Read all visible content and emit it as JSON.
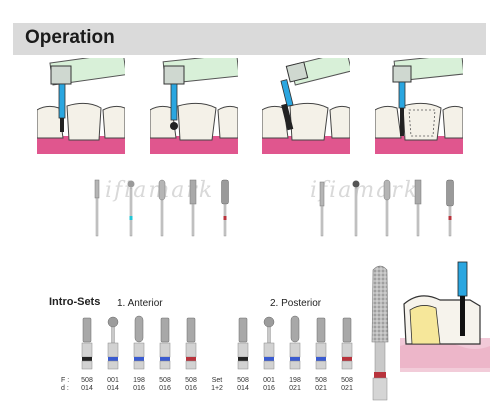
{
  "header": {
    "title": "Operation"
  },
  "watermark": {
    "text": "ifiamark"
  },
  "intro": {
    "title": "Intro-Sets",
    "anterior_label": "1. Anterior",
    "posterior_label": "2. Posterior",
    "row_labels": {
      "f": "F :",
      "d": "d :"
    }
  },
  "colors": {
    "header_bg": "#dadada",
    "gum": "#e0568e",
    "tool_blue": "#2aa6e0",
    "band_blue": "#3a5bd0",
    "band_red": "#b8333c",
    "band_cyan": "#21c6d6",
    "band_black": "#222222"
  },
  "anterior_set": [
    {
      "f": "508",
      "d": "014",
      "band": "black",
      "shape": "cylinder"
    },
    {
      "f": "001",
      "d": "014",
      "band": "blue",
      "shape": "ball"
    },
    {
      "f": "198",
      "d": "016",
      "band": "blue",
      "shape": "torpedo"
    },
    {
      "f": "508",
      "d": "016",
      "band": "blue",
      "shape": "cylinder"
    },
    {
      "f": "508",
      "d": "016",
      "band": "red",
      "shape": "cylinder"
    }
  ],
  "set_label": {
    "line1": "Set",
    "line2": "1+2"
  },
  "posterior_set": [
    {
      "f": "508",
      "d": "014",
      "band": "black",
      "shape": "cylinder"
    },
    {
      "f": "001",
      "d": "016",
      "band": "blue",
      "shape": "ball"
    },
    {
      "f": "198",
      "d": "021",
      "band": "blue",
      "shape": "torpedo"
    },
    {
      "f": "508",
      "d": "021",
      "band": "blue",
      "shape": "cylinder"
    },
    {
      "f": "508",
      "d": "021",
      "band": "red",
      "shape": "cylinder"
    }
  ]
}
